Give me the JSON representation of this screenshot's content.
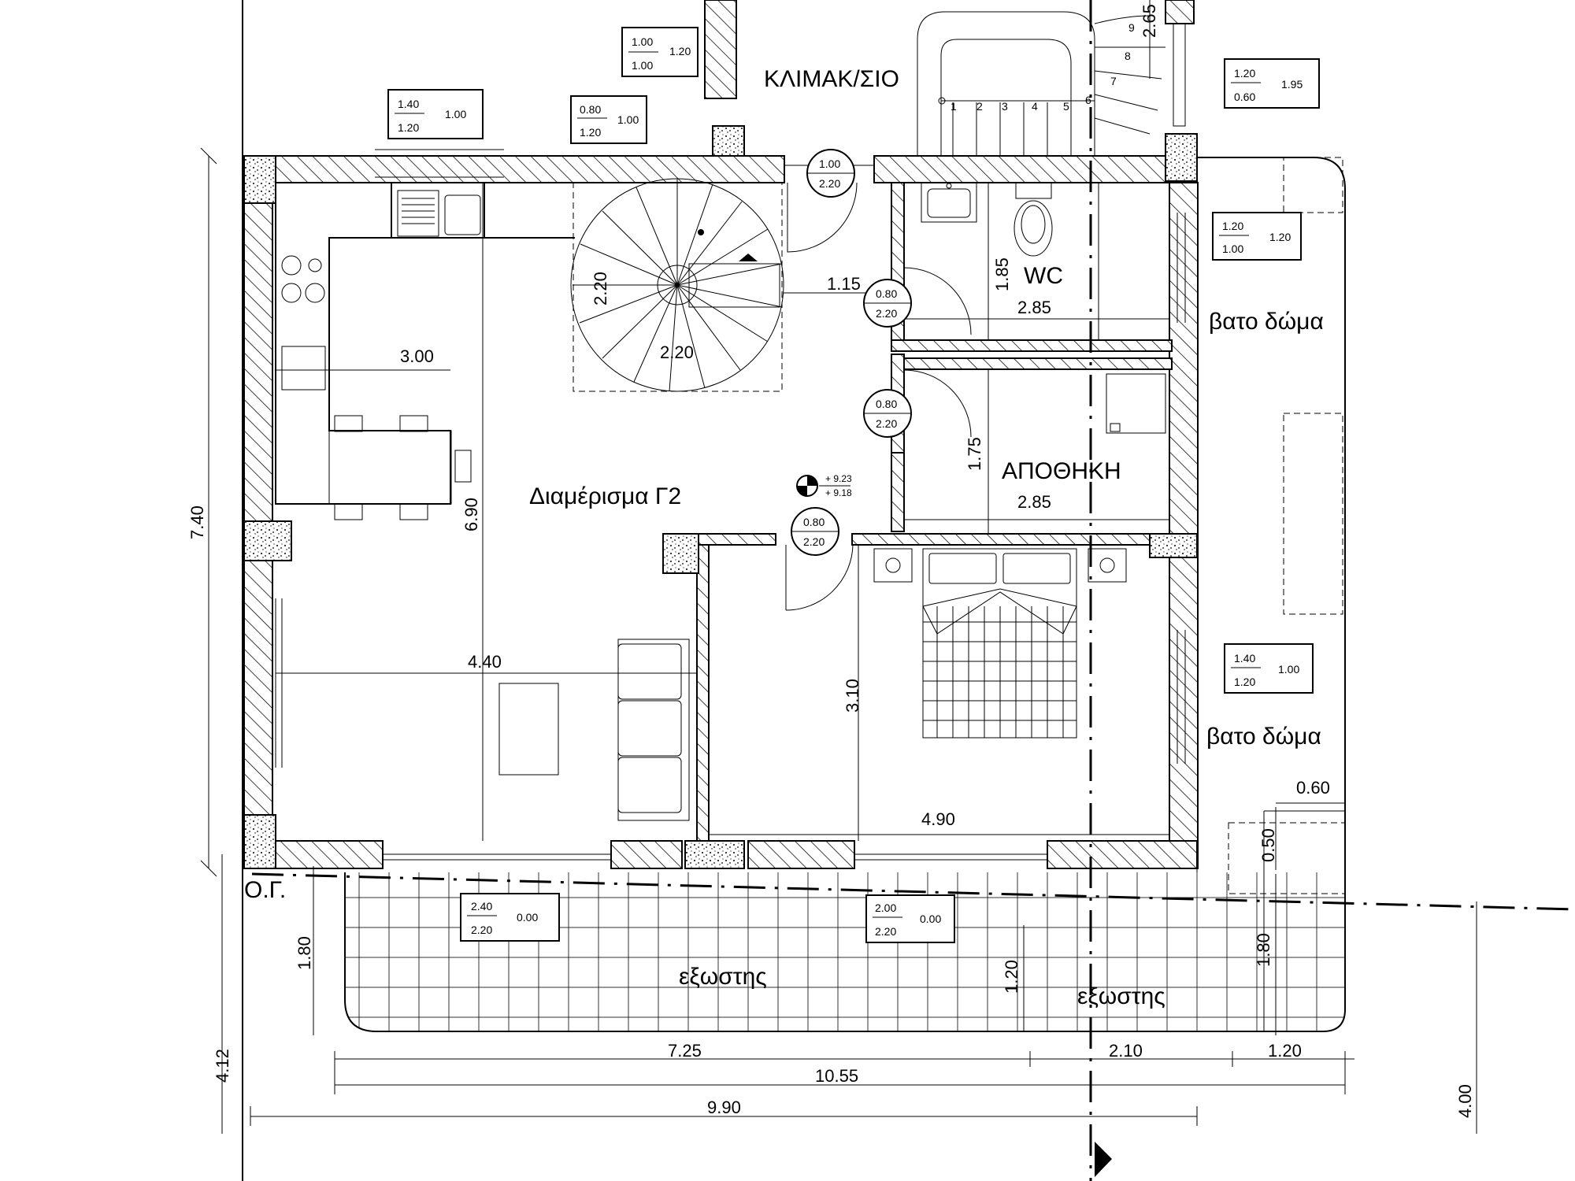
{
  "rooms": {
    "stair": "ΚΛΙΜΑΚ/ΣΙΟ",
    "wc": "WC",
    "storage": "ΑΠΟΘΗΚΗ",
    "apartment": "Διαμέρισμα Γ2",
    "roof_top": "βατο δώμα",
    "roof_bottom": "βατο δώμα",
    "balcony_left": "εξωστης",
    "balcony_right": "εξωστης",
    "ground_ref": "Ο.Γ."
  },
  "dimensions": {
    "stair_h": "2.65",
    "spiral_v": "2.20",
    "spiral_h": "2.20",
    "corridor": "1.15",
    "wc_v": "1.85",
    "wc_h": "2.85",
    "kitchen": "3.00",
    "storage_v": "1.75",
    "storage_h": "2.85",
    "living_v": "6.90",
    "height_total": "7.40",
    "living_h": "4.40",
    "bedroom_v": "3.10",
    "bedroom_h": "4.90",
    "roof_w": "0.60",
    "roof_v": "0.50",
    "balc_left_v": "1.80",
    "balc_mid_v": "1.20",
    "balc_right_v": "1.80",
    "left_ext": "4.12",
    "seg1": "7.25",
    "seg2": "2.10",
    "seg3": "1.20",
    "total1": "10.55",
    "total2": "9.90",
    "right_ext": "4.00"
  },
  "windows": [
    {
      "a": "1.00",
      "b": "1.00",
      "c": "1.20"
    },
    {
      "a": "1.40",
      "b": "1.20",
      "c": "1.00"
    },
    {
      "a": "0.80",
      "b": "1.20",
      "c": "1.00"
    },
    {
      "a": "1.20",
      "b": "0.60",
      "c": "1.95"
    },
    {
      "a": "1.20",
      "b": "1.00",
      "c": "1.20"
    },
    {
      "a": "1.40",
      "b": "1.20",
      "c": "1.00"
    },
    {
      "a": "2.40",
      "b": "2.20",
      "c": "0.00"
    },
    {
      "a": "2.00",
      "b": "2.20",
      "c": "0.00"
    }
  ],
  "doors": [
    {
      "w": "1.00",
      "h": "2.20"
    },
    {
      "w": "0.80",
      "h": "2.20"
    },
    {
      "w": "0.80",
      "h": "2.20"
    },
    {
      "w": "0.80",
      "h": "2.20"
    }
  ],
  "level": {
    "top": "+ 9.23",
    "bottom": "+ 9.18"
  },
  "stair_steps": [
    "1",
    "2",
    "3",
    "4",
    "5",
    "6",
    "7",
    "8",
    "9"
  ]
}
